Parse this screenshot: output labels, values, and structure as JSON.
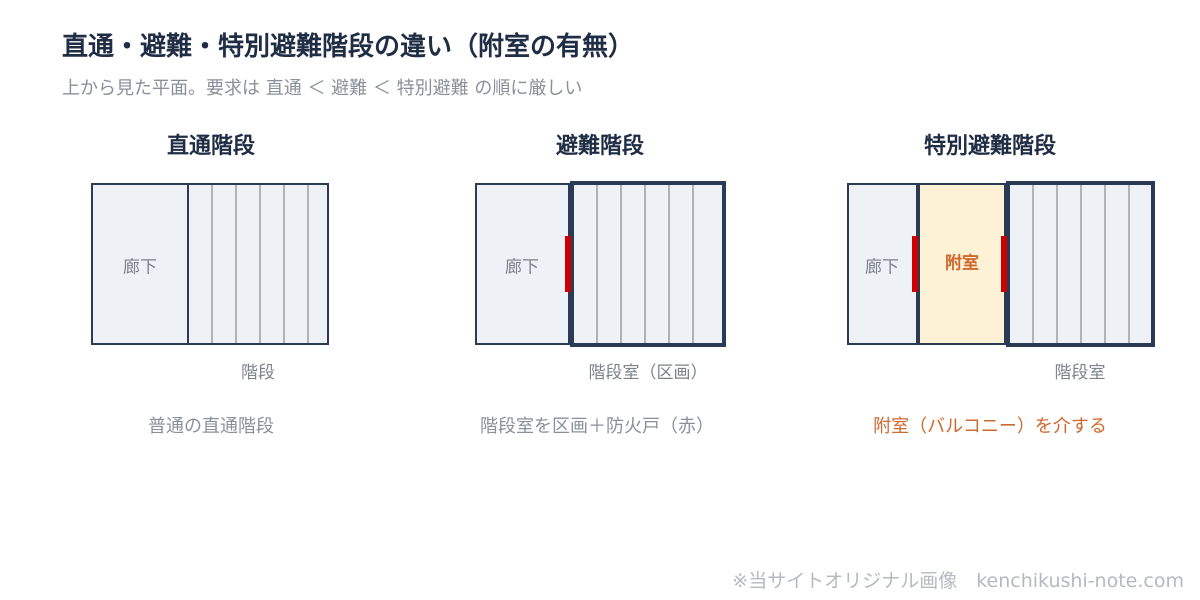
{
  "title": "直通・避難・特別避難階段の違い（附室の有無）",
  "subtitle": "上から見た平面。要求は 直通 ＜ 避難 ＜ 特別避難 の順に厳しい",
  "diagrams": [
    {
      "heading": "直通階段",
      "hall_label": "廊下",
      "stair_label": "階段",
      "caption": "普通の直通階段"
    },
    {
      "heading": "避難階段",
      "hall_label": "廊下",
      "stair_label": "階段室（区画）",
      "caption": "階段室を区画＋防火戸（赤）"
    },
    {
      "heading": "特別避難階段",
      "hall_label": "廊下",
      "vestibule_label": "附室",
      "stair_label": "階段室",
      "caption": "附室（バルコニー）を介する"
    }
  ],
  "watermark": "※当サイトオリジナル画像　kenchikushi-note.com",
  "colors": {
    "wall": "#2b3a55",
    "floor": "#eef1f6",
    "vestibule": "#fdf1d6",
    "fire_door": "#cc0000",
    "accent_text": "#d0682e"
  }
}
